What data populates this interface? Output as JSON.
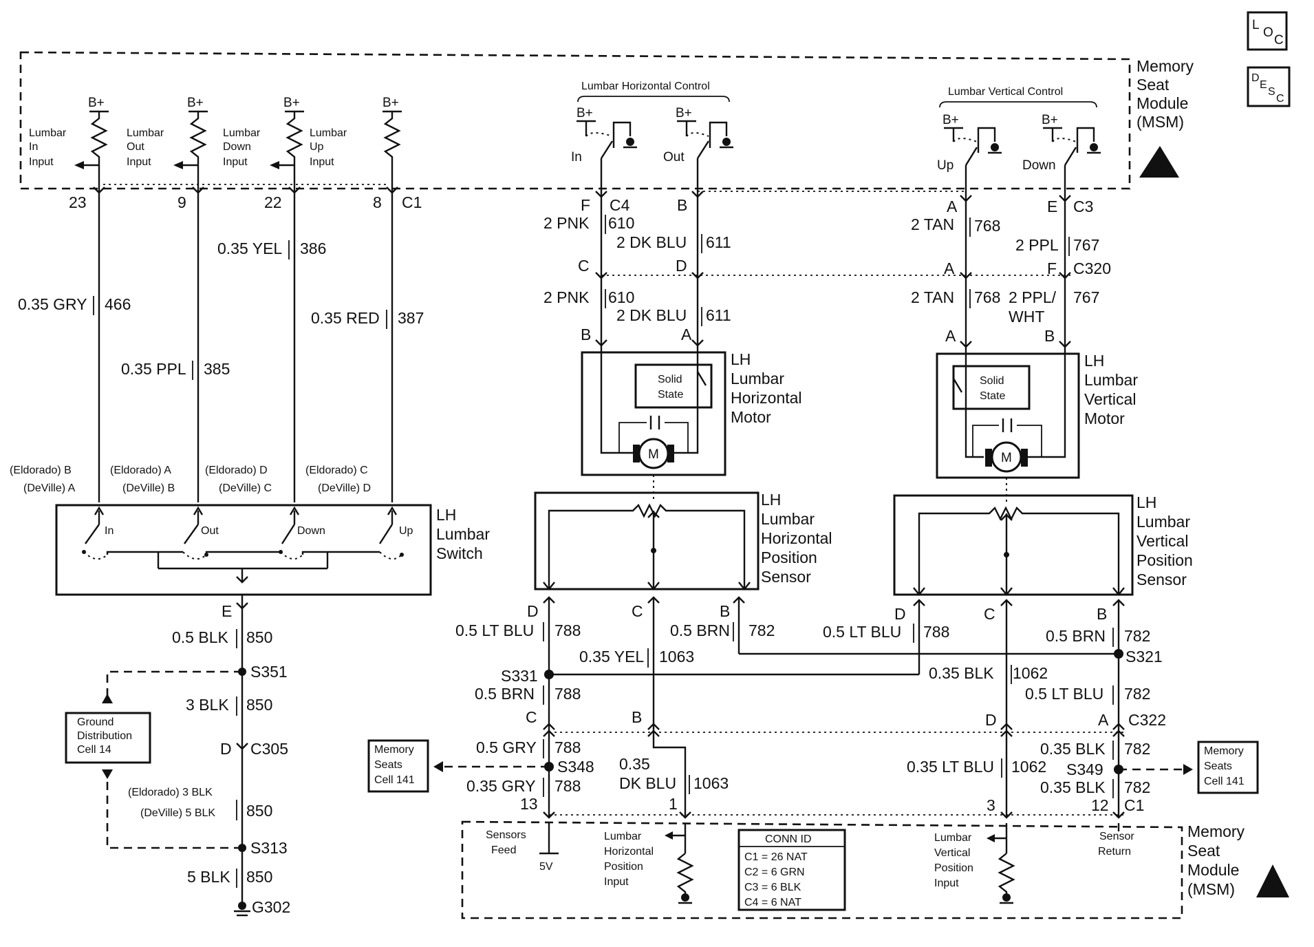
{
  "legend_icons": {
    "loc": [
      "L",
      "O",
      "C"
    ],
    "desc": [
      "D",
      "E",
      "S",
      "C"
    ]
  },
  "msm": {
    "line1": "Memory",
    "line2": "Seat",
    "line3": "Module",
    "line4": "(MSM)"
  },
  "bplus": "B+",
  "inputs": {
    "lumbar_in": [
      "Lumbar",
      "In",
      "Input"
    ],
    "lumbar_out": [
      "Lumbar",
      "Out",
      "Input"
    ],
    "lumbar_down": [
      "Lumbar",
      "Down",
      "Input"
    ],
    "lumbar_up": [
      "Lumbar",
      "Up",
      "Input"
    ]
  },
  "controls": {
    "horizontal": {
      "title": "Lumbar Horizontal Control",
      "in": "In",
      "out": "Out"
    },
    "vertical": {
      "title": "Lumbar Vertical Control",
      "up": "Up",
      "down": "Down"
    }
  },
  "pins_top": {
    "p23": "23",
    "p9": "9",
    "p22": "22",
    "p8": "8",
    "c1": "C1"
  },
  "wires_left": {
    "gry": {
      "color": "0.35 GRY",
      "circuit": "466"
    },
    "ppl": {
      "color": "0.35 PPL",
      "circuit": "385"
    },
    "yel": {
      "color": "0.35 YEL",
      "circuit": "386"
    },
    "red": {
      "color": "0.35 RED",
      "circuit": "387"
    }
  },
  "c4": {
    "F": "F",
    "name": "C4",
    "B": "B",
    "pnk": "2 PNK",
    "pnk_c": "610",
    "dkblu": "2 DK BLU",
    "dkblu_c": "611"
  },
  "c3": {
    "A": "A",
    "E": "E",
    "name": "C3",
    "tan": "2 TAN",
    "tan_c": "768",
    "ppl": "2 PPL",
    "ppl_c": "767"
  },
  "mid": {
    "C": "C",
    "D": "D",
    "A": "A",
    "F": "F",
    "c320": "C320",
    "pnk": "2 PNK",
    "pnk_c": "610",
    "dkblu": "2 DK BLU",
    "dkblu_c": "611",
    "tan": "2 TAN",
    "tan_c": "768",
    "pplwht1": "2 PPL/",
    "pplwht2": "WHT",
    "pplwht_c": "767",
    "B1": "B",
    "A1": "A",
    "A2": "A",
    "B2": "B"
  },
  "motor_h": {
    "l1": "LH",
    "l2": "Lumbar",
    "l3": "Horizontal",
    "l4": "Motor",
    "ss1": "Solid",
    "ss2": "State",
    "m": "M"
  },
  "motor_v": {
    "l1": "LH",
    "l2": "Lumbar",
    "l3": "Vertical",
    "l4": "Motor",
    "ss1": "Solid",
    "ss2": "State",
    "m": "M"
  },
  "sensor_h": {
    "l1": "LH",
    "l2": "Lumbar",
    "l3": "Horizontal",
    "l4": "Position",
    "l5": "Sensor"
  },
  "sensor_v": {
    "l1": "LH",
    "l2": "Lumbar",
    "l3": "Vertical",
    "l4": "Position",
    "l5": "Sensor"
  },
  "switch": {
    "eld_b": "(Eldorado) B",
    "dev_a": "(DeVille) A",
    "eld_a": "(Eldorado) A",
    "dev_b": "(DeVille) B",
    "eld_d": "(Eldorado) D",
    "dev_c": "(DeVille) C",
    "eld_c": "(Eldorado) C",
    "dev_d": "(DeVille) D",
    "in": "In",
    "out": "Out",
    "down": "Down",
    "up": "Up",
    "l1": "LH",
    "l2": "Lumbar",
    "l3": "Switch"
  },
  "ground": {
    "E": "E",
    "blk05": "0.5 BLK",
    "c850a": "850",
    "s351": "S351",
    "blk3": "3 BLK",
    "c850b": "850",
    "D": "D",
    "c305": "C305",
    "eld": "(Eldorado) 3 BLK",
    "dev": "(DeVille) 5 BLK",
    "c850c": "850",
    "s313": "S313",
    "blk5": "5 BLK",
    "c850d": "850",
    "g302": "G302",
    "gdc1": "Ground",
    "gdc2": "Distribution",
    "gdc3": "Cell 14"
  },
  "sensor_wires": {
    "D1": "D",
    "C1": "C",
    "B1": "B",
    "D2": "D",
    "C2": "C",
    "B2": "B",
    "ltblu1": "0.5 LT BLU",
    "c788a": "788",
    "yel": "0.35 YEL",
    "c1063": "1063",
    "brn1": "0.5 BRN",
    "c782a": "782",
    "ltblu2": "0.5 LT BLU",
    "c788b": "788",
    "brn2": "0.5 BRN",
    "c782b": "782",
    "s321": "S321",
    "s331": "S331",
    "blk": "0.35 BLK",
    "c1062": "1062",
    "brn3": "0.5 BRN",
    "c788c": "788",
    "ltblu3": "0.5 LT BLU",
    "c782c": "782",
    "C3": "C",
    "B3": "B",
    "D3": "D",
    "A3": "A",
    "c322": "C322"
  },
  "bottom": {
    "gry1": "0.5 GRY",
    "c788d": "788",
    "s348": "S348",
    "gry2": "0.35 GRY",
    "c788e": "788",
    "dkblu1": "0.35",
    "dkblu2": "DK BLU",
    "c1063b": "1063",
    "ltblu": "0.35 LT BLU",
    "c1062b": "1062",
    "blk1": "0.35 BLK",
    "c782d": "782",
    "s349": "S349",
    "blk2": "0.35 BLK",
    "c782e": "782",
    "p13": "13",
    "p1": "1",
    "p3": "3",
    "p12": "12",
    "c1": "C1",
    "ms_left": [
      "Memory",
      "Seats",
      "Cell 141"
    ],
    "ms_right": [
      "Memory",
      "Seats",
      "Cell 141"
    ]
  },
  "msm_bottom": {
    "sensors_feed": [
      "Sensors",
      "Feed"
    ],
    "v5": "5V",
    "lhpi": [
      "Lumbar",
      "Horizontal",
      "Position",
      "Input"
    ],
    "lvpi": [
      "Lumbar",
      "Vertical",
      "Position",
      "Input"
    ],
    "sensor_return": [
      "Sensor",
      "Return"
    ],
    "conn_title": "CONN ID",
    "conn": [
      "C1 = 26 NAT",
      "C2 = 6 GRN",
      "C3 = 6 BLK",
      "C4 = 6 NAT"
    ]
  }
}
